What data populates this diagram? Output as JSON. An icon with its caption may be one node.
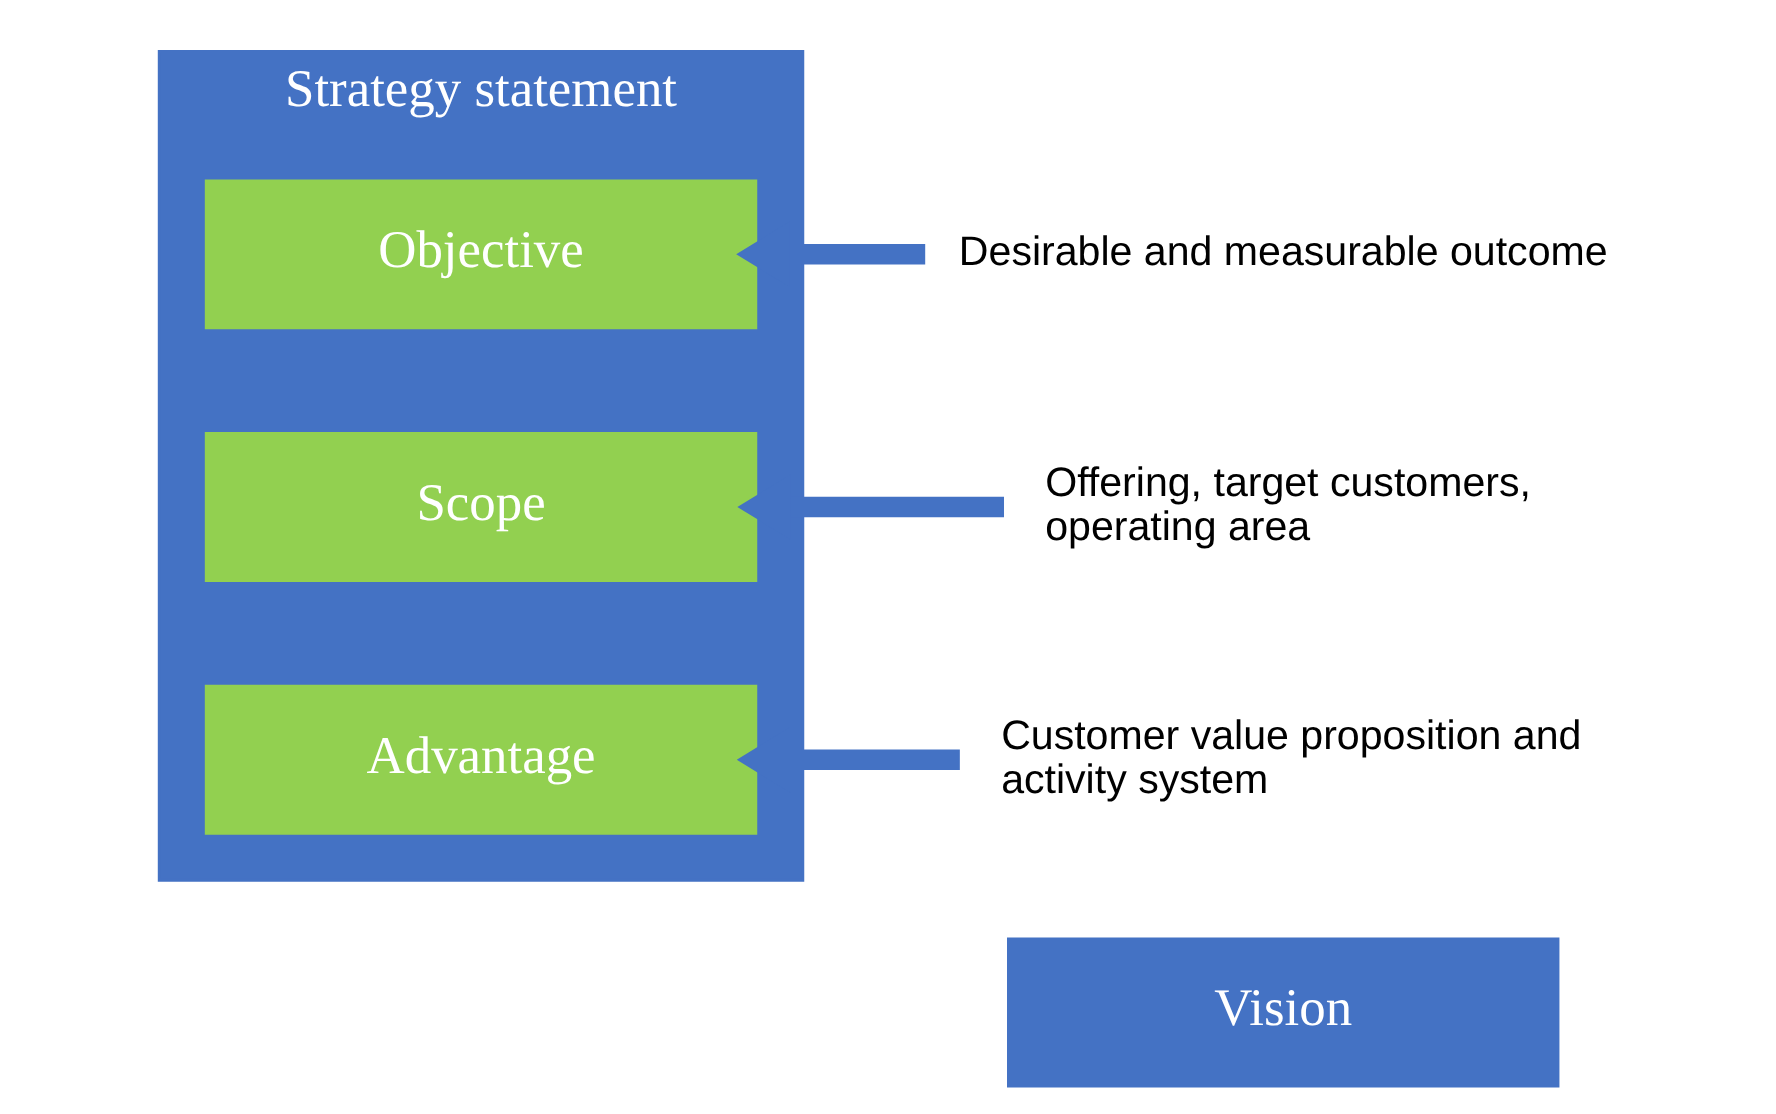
{
  "diagram": {
    "nodes": [
      {
        "text": [
          "Vision"
        ]
      },
      {
        "text": [
          "Strategy statement"
        ]
      },
      {
        "text": [
          "Objective"
        ],
        "in": 1
      },
      {
        "text": [
          "Scope"
        ],
        "in": 1
      },
      {
        "text": [
          "Advantage"
        ],
        "in": 1
      },
      {
        "text": [
          "Desirable and measurable outcome"
        ]
      },
      {
        "text": [
          "Offering, target customers, operating area"
        ]
      },
      {
        "text": [
          "Customer value proposition and activity system"
        ]
      }
    ],
    "edges": [
      {
        "from": 5,
        "to": 2,
        "arrow": "to"
      },
      {
        "from": 6,
        "to": 3,
        "arrow": "to"
      },
      {
        "from": 7,
        "to": 4,
        "arrow": "to"
      }
    ]
  }
}
